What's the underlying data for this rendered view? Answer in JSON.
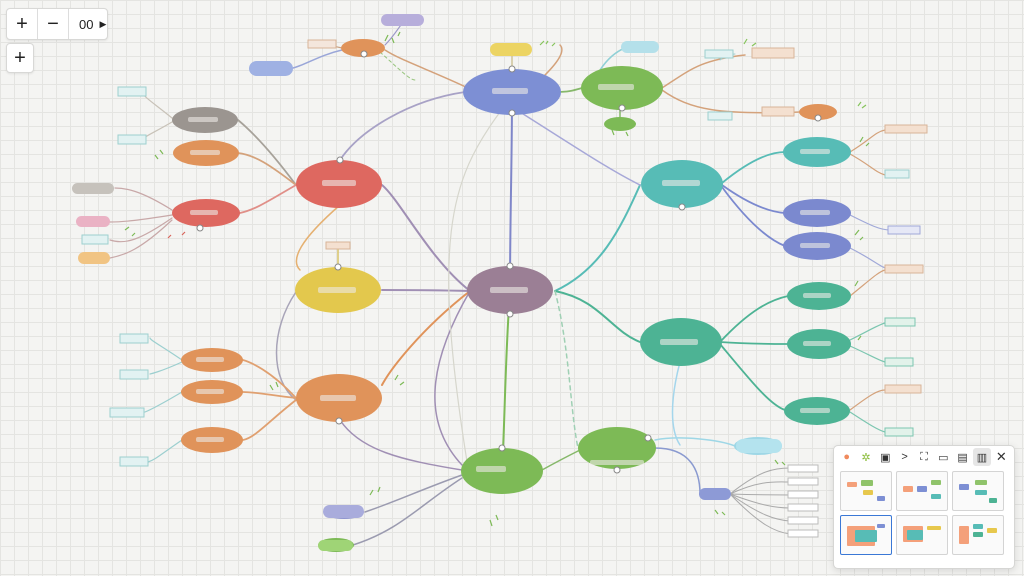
{
  "toolbar": {
    "zoom_in_label": "+",
    "zoom_out_label": "−",
    "zoom_level": "00",
    "zoom_dropdown_icon": "triangle-right-icon",
    "add_node_label": "+"
  },
  "template_panel": {
    "tools": [
      {
        "name": "color-dot-icon",
        "glyph": "●"
      },
      {
        "name": "sparkle-icon",
        "glyph": "✲"
      },
      {
        "name": "clipboard-icon",
        "glyph": "▣"
      },
      {
        "name": "play-icon",
        "glyph": ">"
      },
      {
        "name": "expand-icon",
        "glyph": "⛶"
      },
      {
        "name": "comment-icon",
        "glyph": "▭"
      },
      {
        "name": "image-icon",
        "glyph": "▤"
      },
      {
        "name": "document-icon",
        "glyph": "▥"
      }
    ],
    "close_icon": "close-icon",
    "close_glyph": "✕",
    "thumbnail_count": 6,
    "selected_index": 3
  },
  "colors": {
    "blue": "#7d8fd4",
    "green": "#7dba56",
    "red": "#de6860",
    "teal": "#57bcb6",
    "purple": "#9b7f95",
    "yellow": "#e3c84d",
    "orange": "#e0935a",
    "sea": "#4db394",
    "gray": "#9b9590",
    "indigo": "#7b89cf"
  }
}
